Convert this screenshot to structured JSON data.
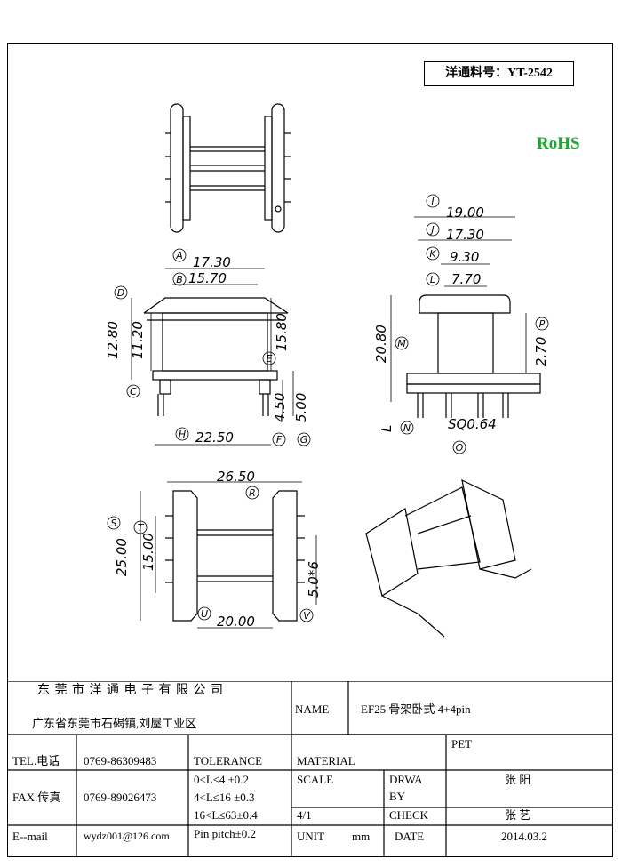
{
  "header": {
    "part_number": "洋通料号：YT-2542",
    "rohs": "RoHS"
  },
  "dimensions": {
    "A": "A",
    "B": "B",
    "C": "C",
    "D": "D",
    "E": "E",
    "F": "F",
    "G": "G",
    "H": "H",
    "I": "I",
    "J": "J",
    "K": "K",
    "L": "L",
    "M": "M",
    "N": "N",
    "O": "O",
    "P": "P",
    "R": "R",
    "S": "S",
    "T": "T",
    "U": "U",
    "V": "V",
    "v_A": "17.30",
    "v_B": "15.70",
    "v_D": "12.80",
    "v_C": "11.20",
    "v_E": "15.80",
    "v_F": "4.50",
    "v_G": "5.00",
    "v_H": "22.50",
    "v_I": "19.00",
    "v_J": "17.30",
    "v_K": "9.30",
    "v_L": "7.70",
    "v_M": "20.80",
    "v_P": "2.70",
    "v_N": "L",
    "v_O": "SQ0.64",
    "v_R": "26.50",
    "v_S": "25.00",
    "v_T": "15.00",
    "v_U": "20.00",
    "v_V": "5.0*6"
  },
  "title_block": {
    "company": "东 莞 市 洋 通 电 子 有 限 公 司",
    "address": "广东省东莞市石碣镇,刘屋工业区",
    "name_label": "NAME",
    "name_value": "EF25 骨架卧式 4+4pin",
    "tel_label": "TEL.电话",
    "tel_value": "0769-86309483",
    "tolerance_label": "TOLERANCE",
    "material_label": "MATERIAL",
    "material_value": "PET",
    "fax_label": "FAX.传真",
    "fax_value": "0769-89026473",
    "tol_1": "0<L≤4   ±0.2",
    "tol_2": "4<L≤16  ±0.3",
    "tol_3": "16<L≤63±0.4",
    "tol_4": "Pin pitch±0.2",
    "scale_label": "SCALE",
    "scale_value": "4/1",
    "drawn_label_1": "DRWA",
    "drawn_label_2": "BY",
    "drawn_value": "张  阳",
    "check_label": "CHECK",
    "check_value": "张  艺",
    "email_label": "E--mail",
    "email_value": "wydz001@126.com",
    "unit_label": "UNIT",
    "unit_value": "mm",
    "date_label": "DATE",
    "date_value": "2014.03.2"
  }
}
